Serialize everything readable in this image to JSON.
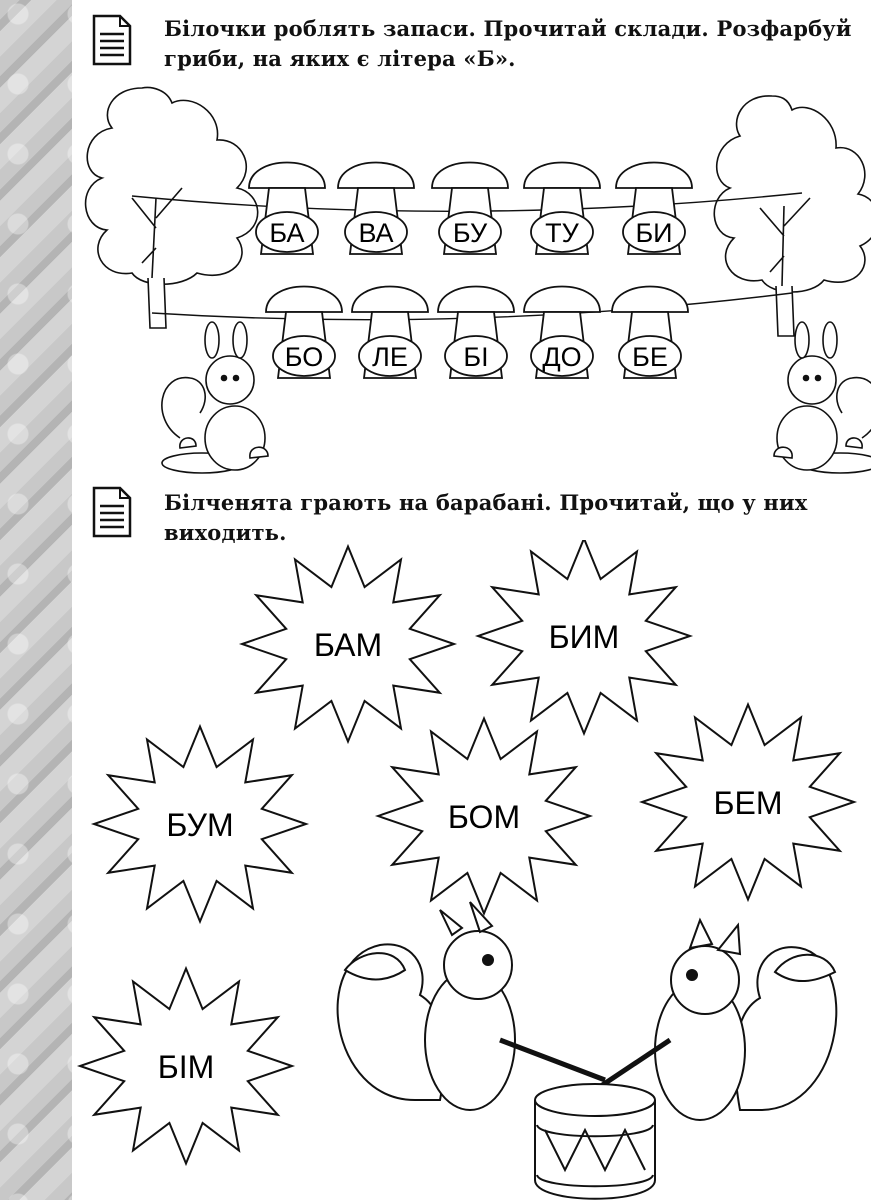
{
  "exercise1": {
    "instruction": "Білочки роблять запаси. Прочитай склади. Розфарбуй гриби, на яких є літера «Б».",
    "mushrooms_row1": [
      "БА",
      "ВА",
      "БУ",
      "ТУ",
      "БИ"
    ],
    "mushrooms_row2": [
      "БО",
      "ЛЕ",
      "БІ",
      "ДО",
      "БЕ"
    ]
  },
  "exercise2": {
    "instruction": "Білченята грають на барабані. Прочитай, що у них виходить.",
    "bursts": [
      "БАМ",
      "БИМ",
      "БУМ",
      "БОМ",
      "БЕМ",
      "БІМ"
    ]
  },
  "icons": [
    "document-icon",
    "tree-icon",
    "squirrel-icon",
    "drum-icon"
  ]
}
